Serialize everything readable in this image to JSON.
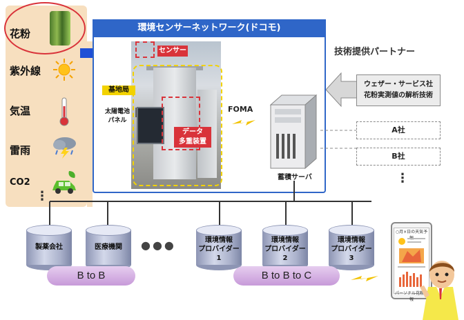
{
  "left_column": {
    "sensors": [
      {
        "label": "花粉",
        "icon": "tree-icon"
      },
      {
        "label": "紫外線",
        "icon": "sun-icon"
      },
      {
        "label": "気温",
        "icon": "thermometer-icon"
      },
      {
        "label": "雷雨",
        "icon": "thunderstorm-icon"
      },
      {
        "label": "CO2",
        "icon": "eco-car-icon"
      }
    ],
    "more": "⋮"
  },
  "main_panel": {
    "title": "環境センサーネットワーク(ドコモ)",
    "sensor_tag": "センサー",
    "base_station": "基地局",
    "solar_panel": [
      "太陽電池",
      "パネル"
    ],
    "multiplexer": [
      "データ",
      "多重装置"
    ],
    "foma": "FOMA",
    "server": "蓄積サーバ"
  },
  "partners": {
    "title": "技術提供パートナー",
    "main_partner": [
      "ウェザー・サービス社",
      "花粉実測値の解析技術"
    ],
    "others": [
      "A社",
      "B社"
    ],
    "more": "⋮"
  },
  "consumers": {
    "items": [
      {
        "label": [
          "製薬会社"
        ]
      },
      {
        "label": [
          "医療機関"
        ]
      },
      {
        "label": [
          "環境情報",
          "プロバイダー",
          "1"
        ]
      },
      {
        "label": [
          "環境情報",
          "プロバイダー",
          "2"
        ]
      },
      {
        "label": [
          "環境情報",
          "プロバイダー",
          "3"
        ]
      }
    ],
    "ellipsis": "●●●"
  },
  "business_models": {
    "b2b": "B to B",
    "b2b2c": "B to B to C"
  },
  "phone": {
    "title": "○月×日の天気予報",
    "footer": "パーソナル花粉予報"
  },
  "colors": {
    "panel_blue": "#2f66c8",
    "arrow_blue": "#1f4fd6",
    "highlight_red": "#d9333a",
    "dash_yellow": "#f2d200",
    "pill_purple": "#c79ad9",
    "column_beige": "#f7dfbf"
  }
}
